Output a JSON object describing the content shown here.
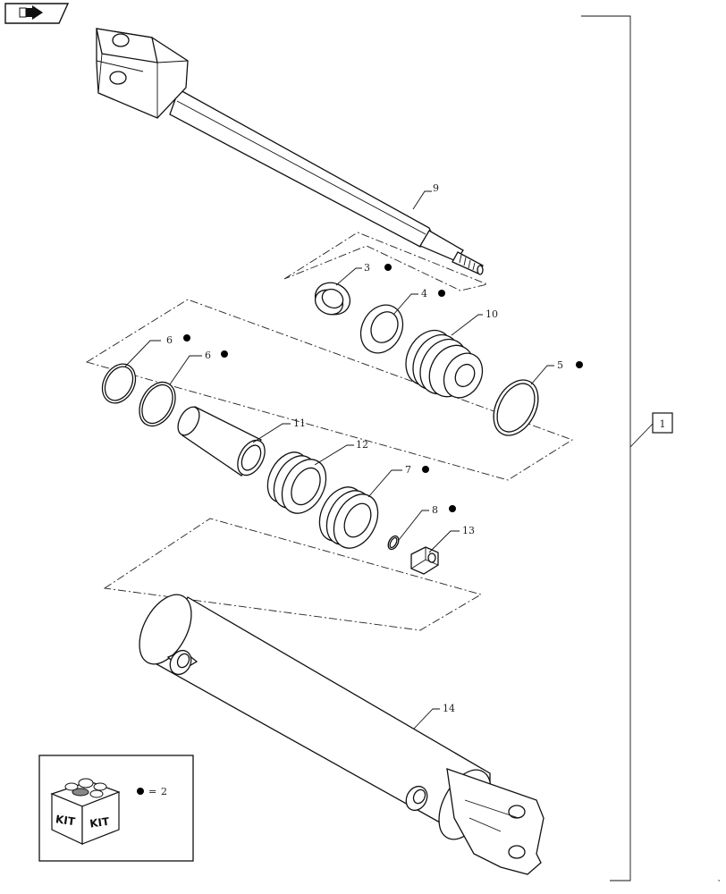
{
  "diagram": {
    "assembly_ref": "1",
    "callouts": [
      {
        "id": "c9",
        "number": "9",
        "kit": false
      },
      {
        "id": "c3",
        "number": "3",
        "kit": true
      },
      {
        "id": "c4",
        "number": "4",
        "kit": true
      },
      {
        "id": "c10",
        "number": "10",
        "kit": false
      },
      {
        "id": "c6a",
        "number": "6",
        "kit": true
      },
      {
        "id": "c6b",
        "number": "6",
        "kit": true
      },
      {
        "id": "c5",
        "number": "5",
        "kit": true
      },
      {
        "id": "c11",
        "number": "11",
        "kit": false
      },
      {
        "id": "c12",
        "number": "12",
        "kit": false
      },
      {
        "id": "c7",
        "number": "7",
        "kit": true
      },
      {
        "id": "c8",
        "number": "8",
        "kit": true
      },
      {
        "id": "c13",
        "number": "13",
        "kit": false
      },
      {
        "id": "c14",
        "number": "14",
        "kit": false
      }
    ],
    "kit_legend": {
      "box_text_left": "KIT",
      "box_text_right": "KIT",
      "equals": "=",
      "ref_number": "2"
    }
  }
}
